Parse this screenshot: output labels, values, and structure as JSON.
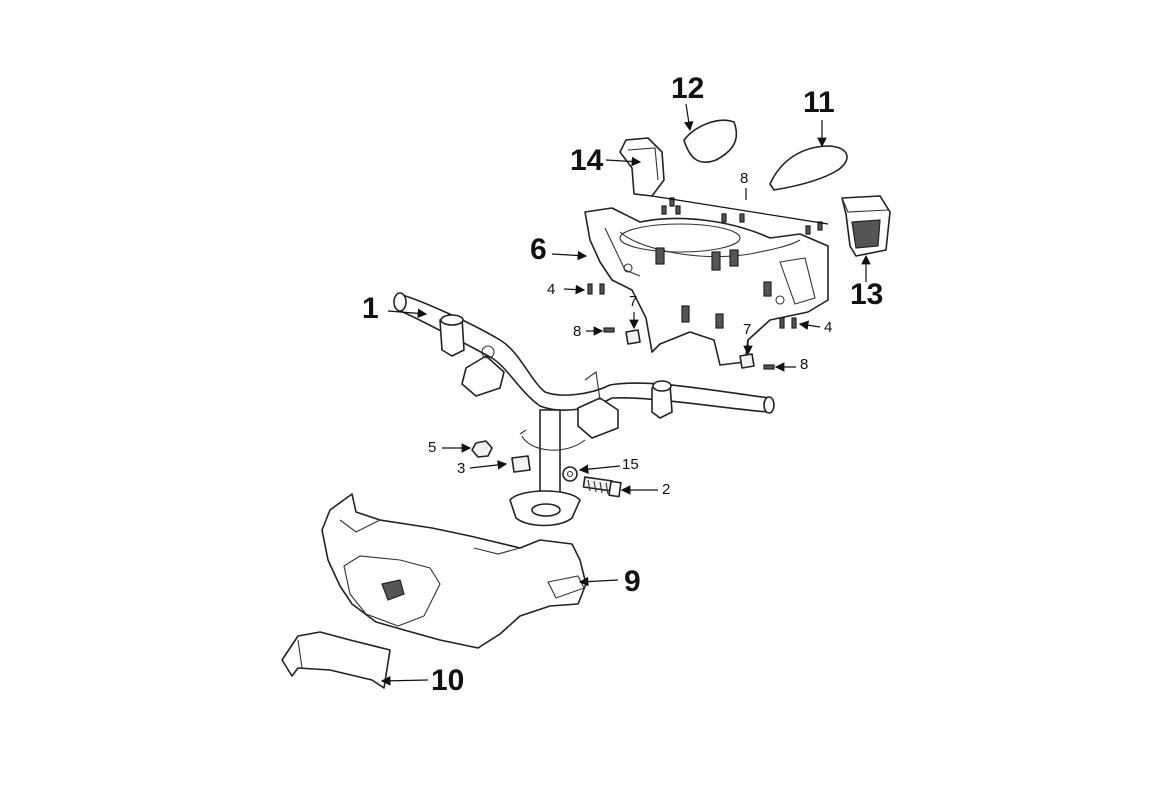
{
  "callouts": {
    "c1": "1",
    "c2": "2",
    "c3": "3",
    "c4a": "4",
    "c4b": "4",
    "c5": "5",
    "c6": "6",
    "c7a": "7",
    "c7b": "7",
    "c8a": "8",
    "c8b": "8",
    "c8c": "8",
    "c9": "9",
    "c10": "10",
    "c11": "11",
    "c12": "12",
    "c13": "13",
    "c14": "14",
    "c15": "15"
  },
  "colors": {
    "line": "#222222",
    "background": "#ffffff"
  }
}
